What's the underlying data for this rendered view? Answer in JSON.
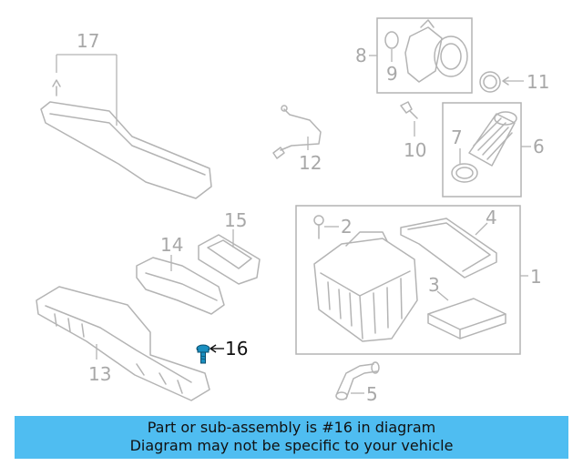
{
  "callouts": {
    "c1": "1",
    "c2": "2",
    "c3": "3",
    "c4": "4",
    "c5": "5",
    "c6": "6",
    "c7": "7",
    "c8": "8",
    "c9": "9",
    "c10": "10",
    "c11": "11",
    "c12": "12",
    "c13": "13",
    "c14": "14",
    "c15": "15",
    "c16": "16",
    "c17": "17"
  },
  "highlighted_part": "16",
  "colors": {
    "banner": "#4fbdf1",
    "highlight": "#1a8fc0",
    "muted": "#b4b4b4"
  },
  "banner": {
    "line1": "Part or sub-assembly is #16 in diagram",
    "line2": "Diagram may not be specific to your vehicle"
  }
}
